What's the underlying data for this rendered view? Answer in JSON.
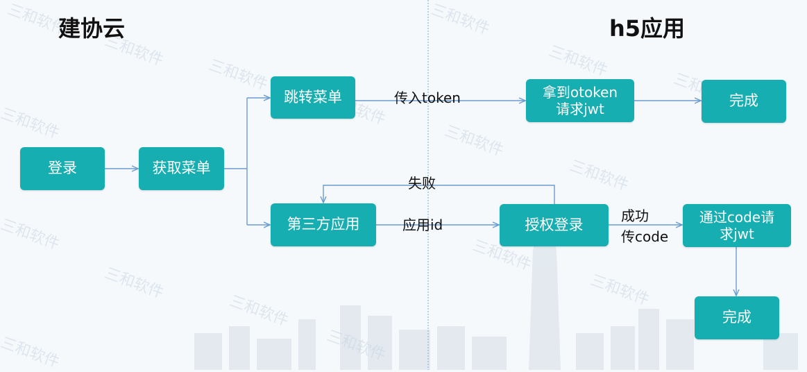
{
  "headings": {
    "left": "建协云",
    "right": "h5应用"
  },
  "nodes": {
    "login": "登录",
    "get_menu": "获取菜单",
    "jump_menu": "跳转菜单",
    "third_party_app": "第三方应用",
    "get_otoken_line1": "拿到otoken",
    "get_otoken_line2": "请求jwt",
    "done_top": "完成",
    "auth_login": "授权登录",
    "code_request_line1": "通过code请",
    "code_request_line2": "求jwt",
    "done_bottom": "完成"
  },
  "edge_labels": {
    "pass_token": "传入token",
    "app_id": "应用id",
    "fail": "失败",
    "success": "成功",
    "pass_code": "传code"
  },
  "watermark": "三和软件",
  "colors": {
    "node_fill": "#17aeb1",
    "edge": "#6a9bd1",
    "divider": "#7fa6d6"
  }
}
